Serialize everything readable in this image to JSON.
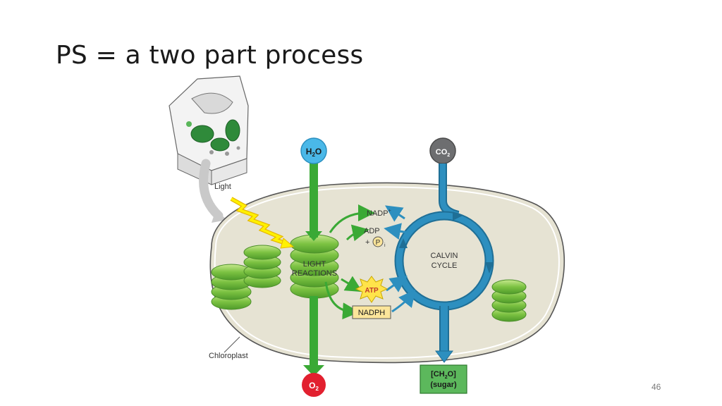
{
  "slide": {
    "title": "PS = a two part process",
    "page_number": "46"
  },
  "diagram": {
    "inputs": {
      "water": {
        "base": "H",
        "sub": "2",
        "tail": "O"
      },
      "carbon_dioxide": {
        "base": "CO",
        "sub": "2"
      }
    },
    "outputs": {
      "oxygen": {
        "base": "O",
        "sub": "2"
      },
      "sugar": {
        "line1_base": "[CH",
        "line1_sub": "2",
        "line1_tail": "O]",
        "line2": "(sugar)"
      }
    },
    "labels": {
      "light": "Light",
      "chloroplast": "Chloroplast",
      "light_reactions_line1": "LIGHT",
      "light_reactions_line2": "REACTIONS",
      "calvin_line1": "CALVIN",
      "calvin_line2": "CYCLE",
      "nadp_base": "NADP",
      "nadp_sup": "+",
      "adp": "ADP",
      "plus": "+",
      "pi_letter": "P",
      "pi_sub": "i",
      "atp": "ATP",
      "nadph": "NADPH"
    },
    "colors": {
      "green_arrow": "#3aa935",
      "blue_arrow": "#2d8fbf",
      "thylakoid": "#7cc242",
      "stroma": "#e6e3d3",
      "water_circle": "#4ab8e8",
      "co2_circle": "#6d6e70",
      "o2_circle": "#e2202f",
      "atp_star": "#ffe34a",
      "nadph_box": "#fbe59a",
      "sugar_box": "#5cb85c",
      "light_bolt": "#fff100"
    }
  }
}
